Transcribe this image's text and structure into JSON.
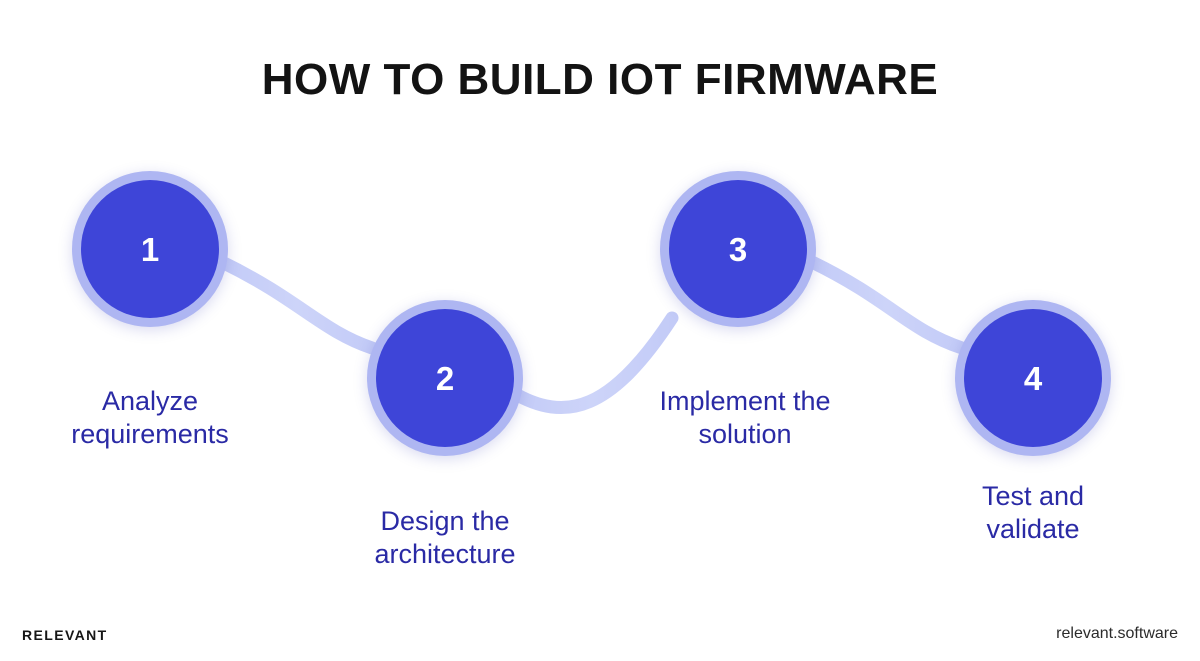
{
  "title": "HOW TO BUILD IOT FIRMWARE",
  "colors": {
    "background": "#ffffff",
    "circle_core": "#3e45d8",
    "circle_ring": "#aeb6f2",
    "connector": "#c3cbf7",
    "caption_text": "#2a2aa5",
    "title_text": "#131313",
    "number_text": "#ffffff",
    "footer_text": "#161616"
  },
  "steps": [
    {
      "number": "1",
      "label": "Analyze\nrequirements",
      "label_line1": "Analyze",
      "label_line2": "requirements"
    },
    {
      "number": "2",
      "label": "Design the\narchitecture",
      "label_line1": "Design the",
      "label_line2": "architecture"
    },
    {
      "number": "3",
      "label": "Implement the\nsolution",
      "label_line1": "Implement the",
      "label_line2": "solution"
    },
    {
      "number": "4",
      "label": "Test and\nvalidate",
      "label_line1": "Test and",
      "label_line2": "validate"
    }
  ],
  "footer": {
    "brand": "RELEVANT",
    "url": "relevant.software"
  }
}
